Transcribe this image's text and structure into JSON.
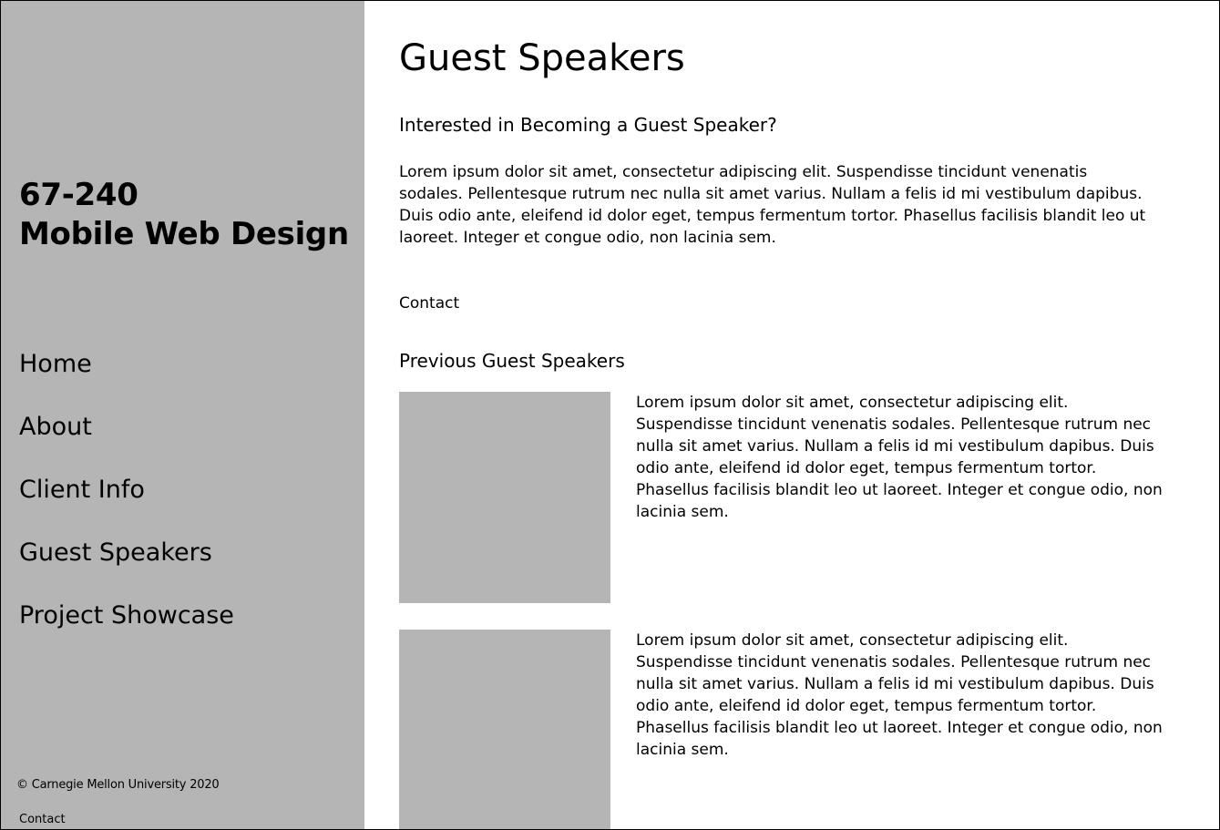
{
  "sidebar": {
    "course_number": "67-240",
    "course_name": "Mobile Web Design",
    "nav": [
      {
        "label": "Home"
      },
      {
        "label": "About"
      },
      {
        "label": "Client Info"
      },
      {
        "label": "Guest Speakers"
      },
      {
        "label": "Project Showcase"
      }
    ],
    "copyright": "© Carnegie Mellon University 2020",
    "footer_contact": "Contact"
  },
  "main": {
    "title": "Guest Speakers",
    "become_heading": "Interested in Becoming a Guest Speaker?",
    "intro": "Lorem ipsum dolor sit amet, consectetur adipiscing elit. Suspendisse tincidunt venenatis sodales. Pellentesque rutrum nec nulla sit amet varius. Nullam a felis id mi vestibulum dapibus. Duis odio ante, eleifend id dolor eget, tempus fermentum tortor. Phasellus facilisis blandit leo ut laoreet. Integer et congue odio, non lacinia sem.",
    "contact_label": "Contact",
    "previous_heading": "Previous Guest Speakers",
    "speakers": [
      {
        "bio": "Lorem ipsum dolor sit amet, consectetur adipiscing elit. Suspendisse tincidunt venenatis sodales. Pellentesque rutrum nec nulla sit amet varius. Nullam a felis id mi vestibulum dapibus. Duis odio ante, eleifend id dolor eget, tempus fermentum tortor. Phasellus facilisis blandit leo ut laoreet. Integer et congue odio, non lacinia sem."
      },
      {
        "bio": "Lorem ipsum dolor sit amet, consectetur adipiscing elit. Suspendisse tincidunt venenatis sodales. Pellentesque rutrum nec nulla sit amet varius. Nullam a felis id mi vestibulum dapibus. Duis odio ante, eleifend id dolor eget, tempus fermentum tortor. Phasellus facilisis blandit leo ut laoreet. Integer et congue odio, non lacinia sem."
      }
    ]
  }
}
